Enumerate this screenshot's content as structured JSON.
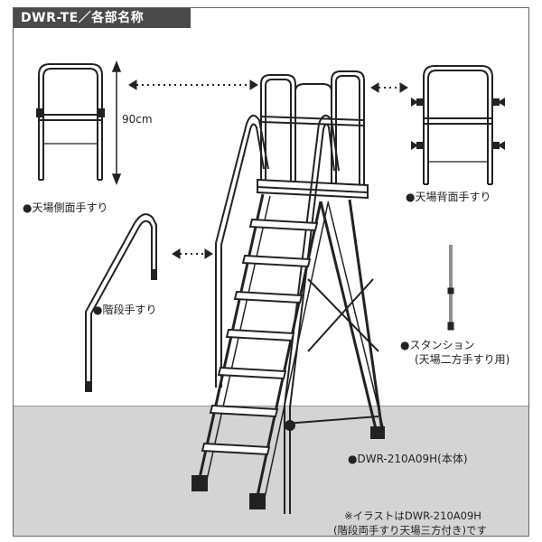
{
  "title": "DWR-TE／各部名称",
  "dimension": "90cm",
  "labels": {
    "side_rail": "●天場側面手すり",
    "back_rail": "●天場背面手すり",
    "stair_rail": "●階段手すり",
    "stanchion_line1": "●スタンション",
    "stanchion_line2": "(天場二方手すり用)",
    "main_unit": "●DWR-210A09H(本体)"
  },
  "note": {
    "line1": "※イラストはDWR-210A09H",
    "line2": "(階段両手すり天場三方付き)です"
  }
}
